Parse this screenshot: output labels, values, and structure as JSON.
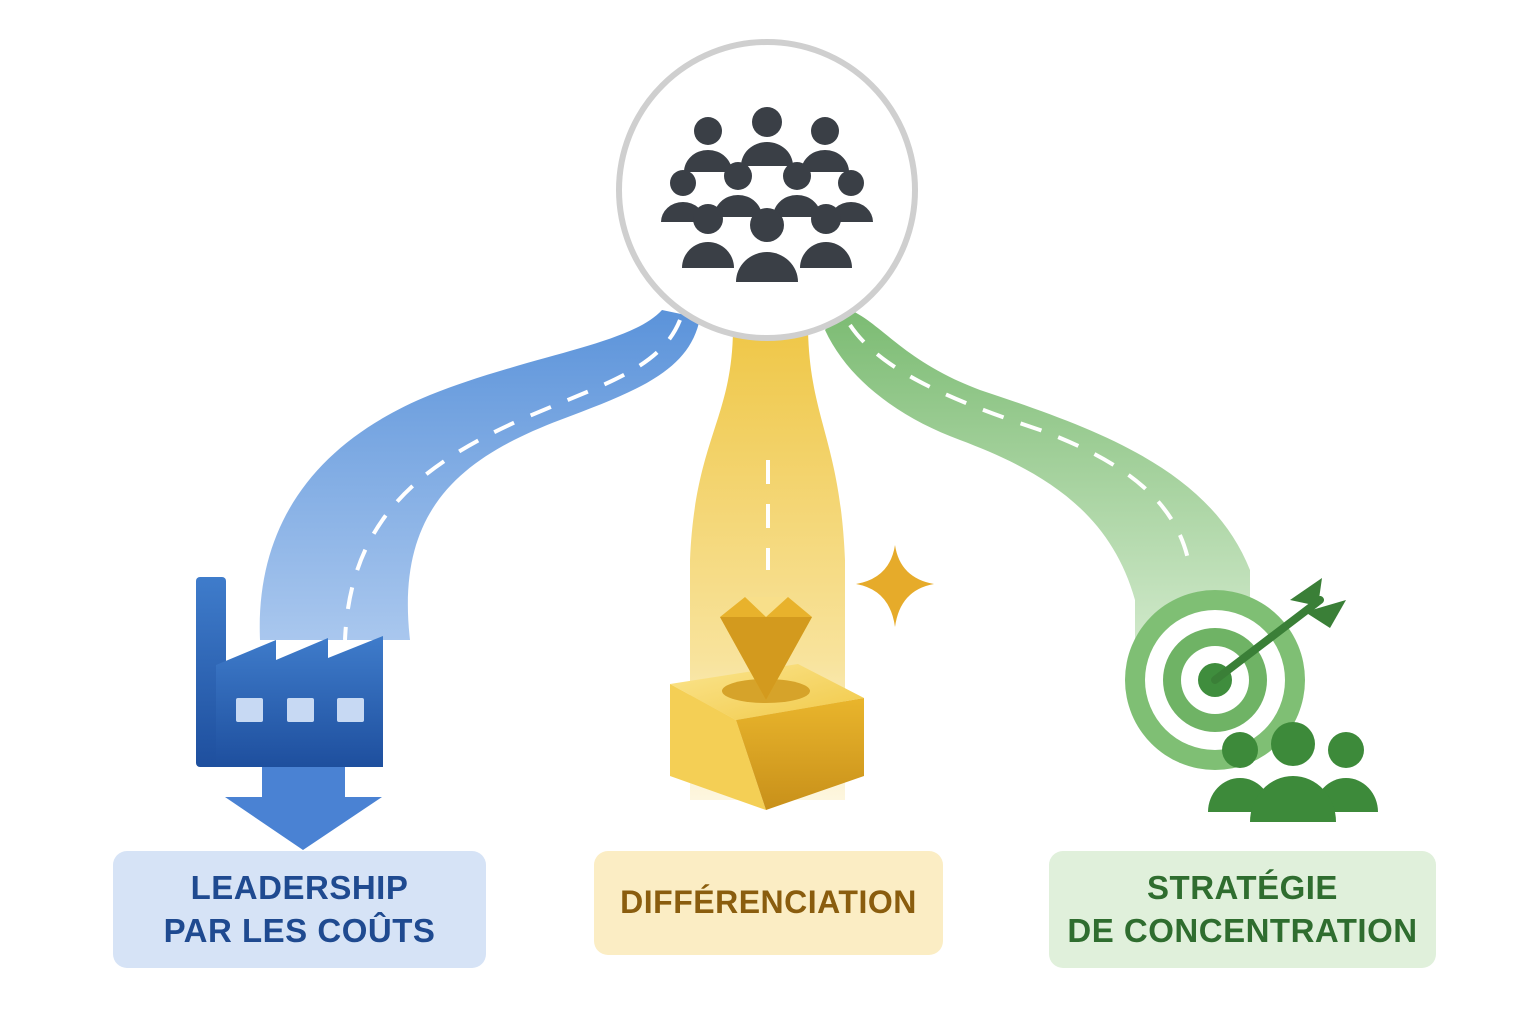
{
  "center": {
    "icon": "group-of-people-icon"
  },
  "strategies": [
    {
      "key": "cost",
      "lines": [
        "LEADERSHIP",
        "PAR LES COÛTS"
      ],
      "icon": "factory-icon",
      "color": "#3f78c9"
    },
    {
      "key": "diff",
      "lines": [
        "DIFFÉRENCIATION"
      ],
      "icon": "diamond-icon",
      "color": "#e9b931"
    },
    {
      "key": "focus",
      "lines": [
        "STRATÉGIE",
        "DE CONCENTRATION"
      ],
      "icon": "target-icon",
      "color": "#5aa95a"
    }
  ]
}
